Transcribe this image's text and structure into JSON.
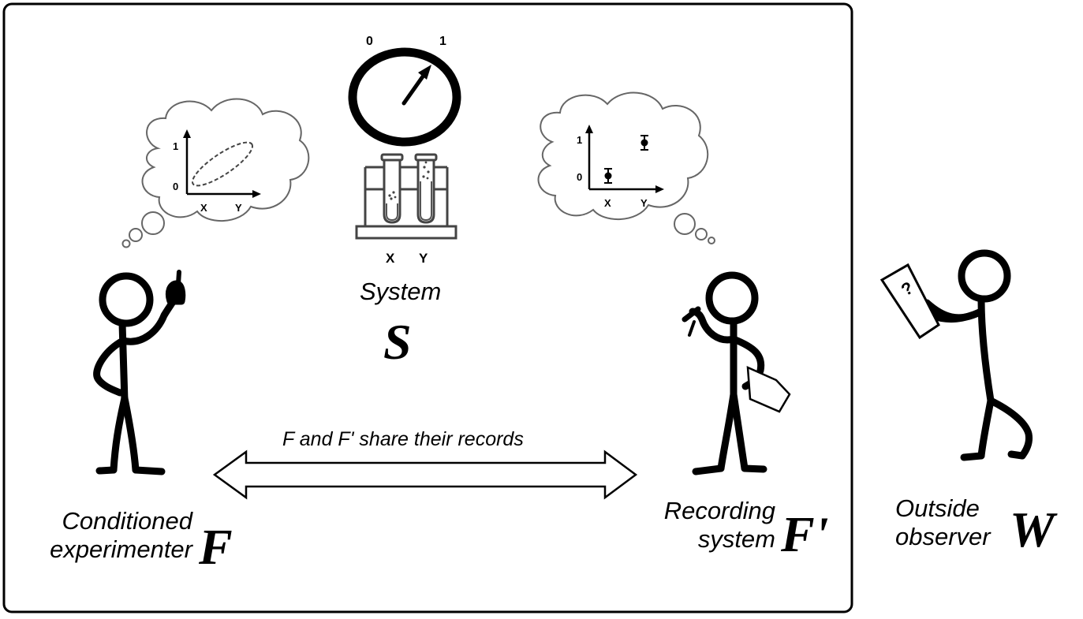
{
  "system": {
    "title": "System",
    "symbol": "S",
    "dial_min": "0",
    "dial_max": "1",
    "tube_labels": [
      "X",
      "Y"
    ]
  },
  "experimenter": {
    "line1": "Conditioned",
    "line2": "experimenter",
    "symbol": "F",
    "thought_axis": {
      "y_top": "1",
      "y_bottom": "0",
      "x1": "X",
      "x2": "Y"
    }
  },
  "recorder": {
    "line1": "Recording",
    "line2": "system",
    "symbol": "F'",
    "thought_axis": {
      "y_top": "1",
      "y_bottom": "0",
      "x1": "X",
      "x2": "Y"
    }
  },
  "observer": {
    "line1": "Outside",
    "line2": "observer",
    "symbol": "W",
    "paper_mark": "?"
  },
  "arrow_caption": "F and F' share their records"
}
